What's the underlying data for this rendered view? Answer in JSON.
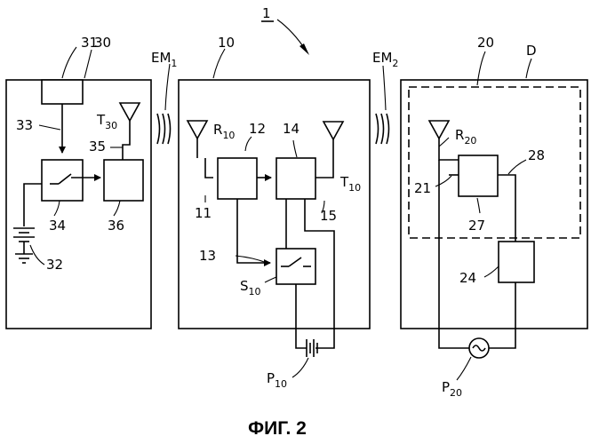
{
  "figure": {
    "number_label": "1",
    "caption": "ФИГ. 2"
  },
  "labels": {
    "em1": {
      "main": "EM",
      "sub": "1"
    },
    "em2": {
      "main": "EM",
      "sub": "2"
    },
    "n30": "30",
    "n31": "31",
    "n33": "33",
    "t30": {
      "main": "T",
      "sub": "30"
    },
    "n35": "35",
    "n34": "34",
    "n36": "36",
    "n32": "32",
    "n10": "10",
    "n12": "12",
    "n14": "14",
    "r10": {
      "main": "R",
      "sub": "10"
    },
    "t10": {
      "main": "T",
      "sub": "10"
    },
    "n11": "11",
    "n15": "15",
    "n13": "13",
    "s10": {
      "main": "S",
      "sub": "10"
    },
    "p10": {
      "main": "P",
      "sub": "10"
    },
    "n20": "20",
    "d": "D",
    "r20": {
      "main": "R",
      "sub": "20"
    },
    "n28": "28",
    "n21": "21",
    "n27": "27",
    "n24": "24",
    "p20": {
      "main": "P",
      "sub": "20"
    }
  }
}
